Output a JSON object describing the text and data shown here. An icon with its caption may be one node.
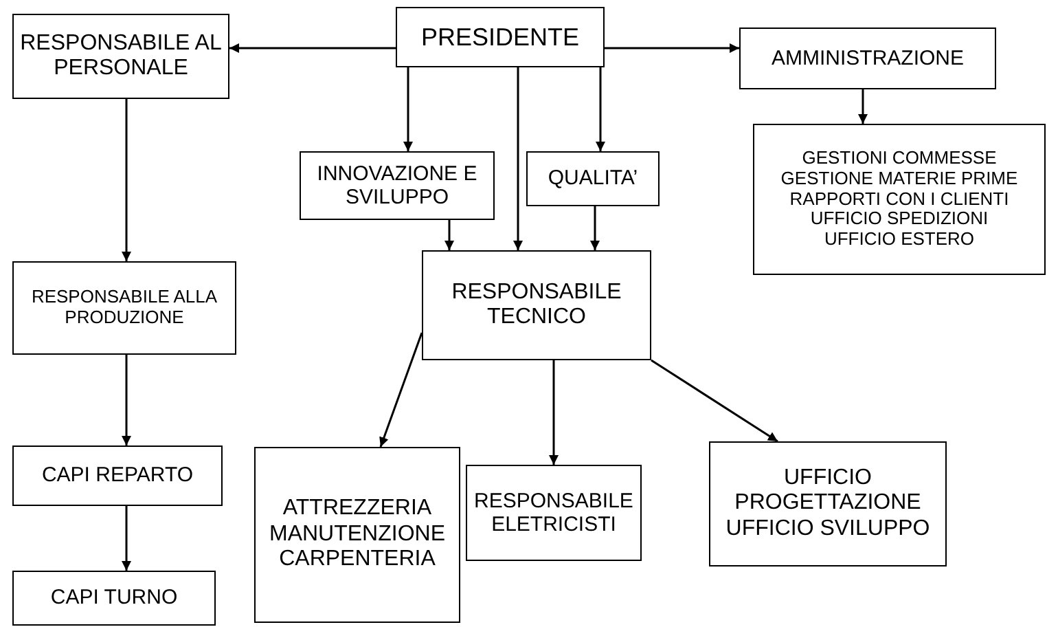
{
  "diagram": {
    "nodes": [
      {
        "text": [
          "PRESIDENTE"
        ]
      },
      {
        "text": [
          "RESPONSABILE AL PERSONALE"
        ]
      },
      {
        "text": [
          "AMMINISTRAZIONE"
        ]
      },
      {
        "text": [
          "GESTIONI COMMESSE",
          "GESTIONE MATERIE PRIME",
          "RAPPORTI CON I CLIENTI",
          "UFFICIO SPEDIZIONI",
          "UFFICIO ESTERO"
        ]
      },
      {
        "text": [
          "INNOVAZIONE E SVILUPPO"
        ]
      },
      {
        "text": [
          "QUALITA’"
        ]
      },
      {
        "text": [
          "RESPONSABILE ALLA PRODUZIONE"
        ]
      },
      {
        "text": [
          "RESPONSABILE TECNICO"
        ]
      },
      {
        "text": [
          "CAPI REPARTO"
        ]
      },
      {
        "text": [
          "CAPI TURNO"
        ]
      },
      {
        "text": [
          "ATTREZZERIA MANUTENZIONE CARPENTERIA"
        ]
      },
      {
        "text": [
          "RESPONSABILE ELETRICISTI"
        ]
      },
      {
        "text": [
          "UFFICIO PROGETTAZIONE UFFICIO SVILUPPO"
        ]
      }
    ],
    "edges": [
      {
        "from": 0,
        "to": 1,
        "arrow": "to"
      },
      {
        "from": 0,
        "to": 2,
        "arrow": "to"
      },
      {
        "from": 0,
        "to": 4,
        "arrow": "to"
      },
      {
        "from": 0,
        "to": 7,
        "arrow": "to"
      },
      {
        "from": 0,
        "to": 5,
        "arrow": "to"
      },
      {
        "from": 2,
        "to": 3,
        "arrow": "to"
      },
      {
        "from": 1,
        "to": 6,
        "arrow": "to"
      },
      {
        "from": 4,
        "to": 7,
        "arrow": "to"
      },
      {
        "from": 5,
        "to": 7,
        "arrow": "to"
      },
      {
        "from": 7,
        "to": 10,
        "arrow": "to"
      },
      {
        "from": 7,
        "to": 11,
        "arrow": "to"
      },
      {
        "from": 7,
        "to": 12,
        "arrow": "to"
      },
      {
        "from": 6,
        "to": 8,
        "arrow": "to"
      },
      {
        "from": 8,
        "to": 9,
        "arrow": "to"
      }
    ]
  }
}
